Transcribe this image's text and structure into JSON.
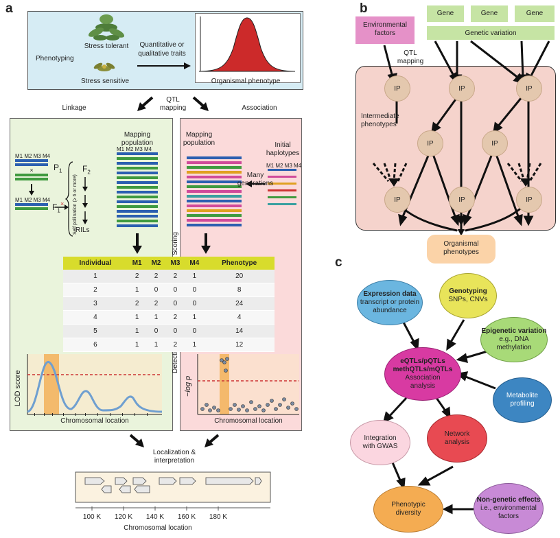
{
  "panels": {
    "a": "a",
    "b": "b",
    "c": "c"
  },
  "a": {
    "phenotyping": "Phenotyping",
    "stress_tolerant": "Stress tolerant",
    "stress_sensitive": "Stress sensitive",
    "traits": [
      "Quantitative or",
      "qualitative traits"
    ],
    "organismal_phenotype": "Organismal phenotype",
    "qtl_mapping": [
      "QTL",
      "mapping"
    ],
    "linkage": "Linkage",
    "association": "Association",
    "mapping_population": [
      "Mapping",
      "population"
    ],
    "markers": "M1 M2 M3 M4",
    "p1": "P",
    "f1": "F",
    "f2": "F",
    "sub1": "1",
    "sub2": "2",
    "self_pollination": "Self pollination (≥ 6 or more)",
    "rils": "RILs",
    "initial_haplotypes": [
      "Initial",
      "haplotypes"
    ],
    "many_generations": [
      "Many",
      "generations"
    ],
    "scoring": "Scoring",
    "detection": "Detection",
    "table": {
      "headers": [
        "Individual",
        "M1",
        "M2",
        "M3",
        "M4",
        "Phenotype"
      ],
      "rows": [
        [
          "1",
          "2",
          "2",
          "2",
          "1",
          "20"
        ],
        [
          "2",
          "1",
          "0",
          "0",
          "0",
          "8"
        ],
        [
          "3",
          "2",
          "2",
          "0",
          "0",
          "24"
        ],
        [
          "4",
          "1",
          "1",
          "2",
          "1",
          "4"
        ],
        [
          "5",
          "1",
          "0",
          "0",
          "0",
          "14"
        ],
        [
          "6",
          "1",
          "1",
          "2",
          "1",
          "12"
        ]
      ]
    },
    "lod_score": "LOD score",
    "neg_log_p": "−log p",
    "chromosomal_location": "Chromosomal location",
    "localization": [
      "Localization &",
      "interpretation"
    ],
    "gene_axis_ticks": [
      "100 K",
      "120 K",
      "140 K",
      "160 K",
      "180 K"
    ],
    "gene_axis_label": "Chromosomal location"
  },
  "b": {
    "environmental_factors": [
      "Environmental",
      "factors"
    ],
    "gene": "Gene",
    "genetic_variation": "Genetic variation",
    "qtl_mapping": [
      "QTL",
      "mapping"
    ],
    "intermediate_phenotypes": [
      "Intermediate",
      "phenotypes"
    ],
    "ip": "IP",
    "organismal_phenotypes": [
      "Organismal",
      "phenotypes"
    ]
  },
  "c": {
    "expression_title": "Expression data",
    "expression_sub": [
      "transcript or protein",
      "abundance"
    ],
    "genotyping_title": "Genotyping",
    "genotyping_sub": "SNPs, CNVs",
    "epigenetic_title": "Epigenetic variation",
    "epigenetic_sub": [
      "e.g., DNA",
      "methylation"
    ],
    "center_title": [
      "eQTLs/pQTLs",
      "methQTLs/mQTLs"
    ],
    "center_sub": [
      "Association",
      "analysis"
    ],
    "metabolite": [
      "Metabolite",
      "profiling"
    ],
    "integration": [
      "Integration",
      "with GWAS"
    ],
    "network": [
      "Network",
      "analysis"
    ],
    "phenotypic": [
      "Phenotypic",
      "diversity"
    ],
    "nongenetic_title": "Non-genetic effects",
    "nongenetic_sub": [
      "i.e., environmental",
      "factors"
    ]
  },
  "colors": {
    "phenotyping_bg": "#d6ecf4",
    "linkage_bg": "#eaf4dc",
    "association_bg": "#fbdada",
    "table_header": "#d8dc2c",
    "env_factors": "#e591c8",
    "gene": "#c6e4a4",
    "ip_panel": "#f5d3cc",
    "ip_node": "#e4c8ae",
    "organismal": "#fbd3a8",
    "lod_curve": "#6f9fd0",
    "highlight": "#f2b25a"
  }
}
